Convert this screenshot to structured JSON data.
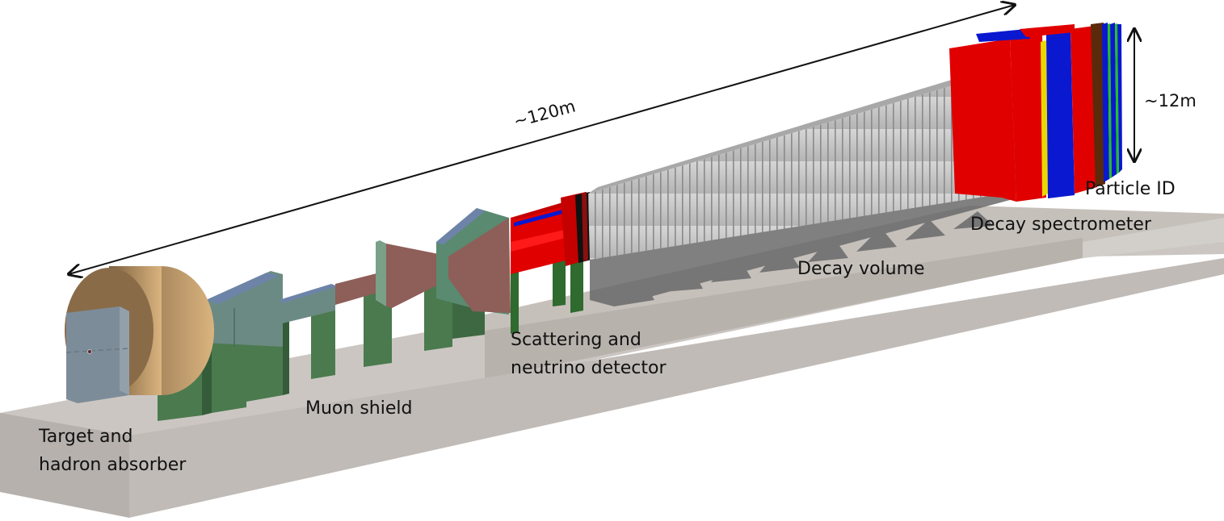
{
  "figure": {
    "title": "Detector facility layout",
    "dimensions": {
      "length": "~120m",
      "height": "~12m"
    },
    "components": [
      {
        "id": "target",
        "label_lines": [
          "Target and",
          "hadron absorber"
        ]
      },
      {
        "id": "muon-shield",
        "label_lines": [
          "Muon shield"
        ]
      },
      {
        "id": "scattering",
        "label_lines": [
          "Scattering and",
          "neutrino detector"
        ]
      },
      {
        "id": "decay-volume",
        "label_lines": [
          "Decay volume"
        ]
      },
      {
        "id": "decay-spectrometer",
        "label_lines": [
          "Decay spectrometer"
        ]
      },
      {
        "id": "particle-id",
        "label_lines": [
          "Particle ID"
        ]
      }
    ],
    "colors": {
      "floor_top": "#c9c4c0",
      "floor_side": "#bdb8b4",
      "floor_front": "#b3aeaa",
      "absorber": "#c8a272",
      "absorber_dark": "#8c6d4a",
      "target_block": "#7d8c99",
      "shield_green": "#4a7a4e",
      "shield_green_dark": "#355c39",
      "shield_teal": "#6b8a84",
      "shield_blue": "#6d84a8",
      "magnet_pink": "#8e5e58",
      "detector_red": "#e00000",
      "detector_blue": "#0a18d0",
      "detector_brown": "#5a2a0a",
      "detector_yellow": "#e8d800",
      "decay_grey": "#c4c4c4",
      "decay_rib": "#8a8a8a",
      "support_grey": "#6a6a6a",
      "arrow": "#111111"
    }
  }
}
